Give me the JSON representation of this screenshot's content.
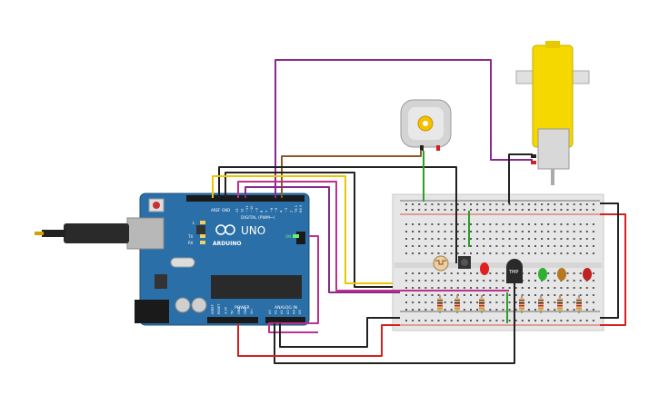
{
  "arduino": {
    "brand": "ARDUINO",
    "model": "UNO",
    "digital_label": "DIGITAL (PWM~)",
    "power_label": "POWER",
    "analog_label": "ANALOG IN",
    "on_label": "ON",
    "led_l": "L",
    "led_tx": "TX",
    "led_rx": "RX",
    "aref": "AREF",
    "gnd": "GND",
    "digital_pins": [
      "13",
      "12",
      "~11",
      "~10",
      "~9",
      "8",
      "7",
      "~6",
      "~5",
      "4",
      "~3",
      "2",
      "TX 1",
      "RX 0"
    ],
    "power_pins": [
      "IOREF",
      "RESET",
      "3.3V",
      "5V",
      "GND",
      "GND",
      "Vin"
    ],
    "analog_pins": [
      "A0",
      "A1",
      "A2",
      "A3",
      "A4",
      "A5"
    ]
  },
  "sensor": {
    "label": "TMP"
  },
  "colors": {
    "board": "#2a6fa8",
    "wire_purple": "#8a2a8a",
    "wire_magenta": "#c0308f",
    "wire_black": "#222222",
    "wire_brown": "#8a5a2a",
    "wire_yellow": "#e8c800",
    "wire_green": "#2aa02a",
    "wire_red": "#d42020",
    "motor_yellow": "#f5d800",
    "breadboard": "#e8e8e8"
  }
}
